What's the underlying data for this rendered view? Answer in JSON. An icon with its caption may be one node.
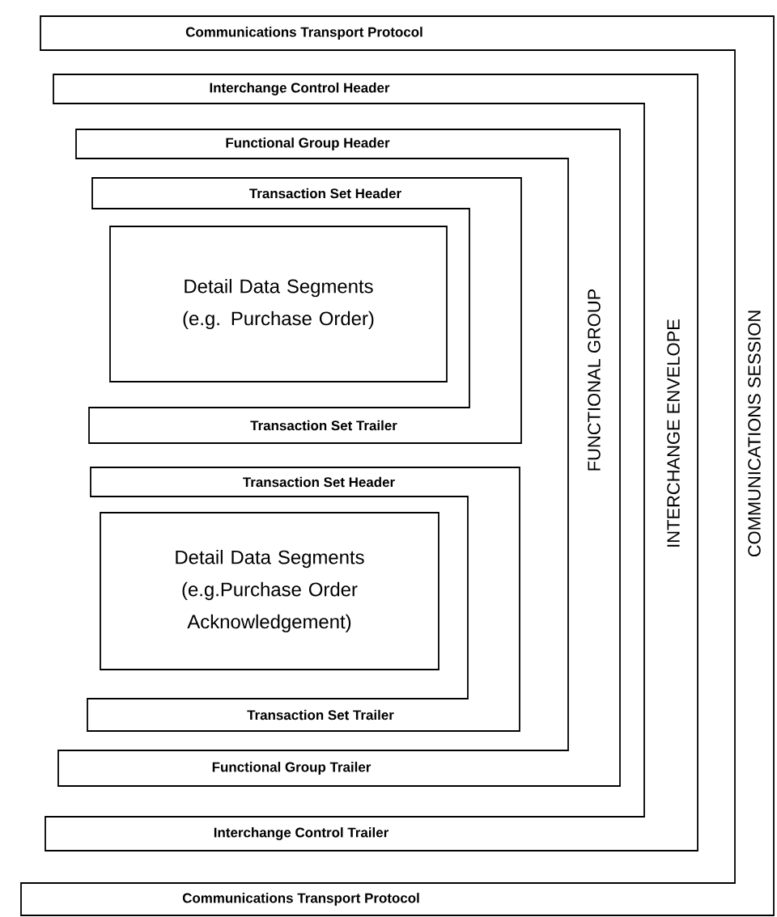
{
  "diagram": {
    "nodes": [
      {
        "text": [
          "Communications Transport Protocol",
          "COMMUNICATIONS SESSION",
          "Communications Transport Protocol"
        ]
      },
      {
        "text": [
          "Interchange Control Header",
          "INTERCHANGE ENVELOPE",
          "Interchange Control Trailer"
        ],
        "in": 0
      },
      {
        "text": [
          "Functional Group Header",
          "FUNCTIONAL GROUP",
          "Functional Group Trailer"
        ],
        "in": 1
      },
      {
        "text": [
          "Transaction Set Header",
          "Transaction Set Trailer"
        ],
        "in": 2
      },
      {
        "text": [
          "Detail Data Segments (e.g. Purchase Order)"
        ],
        "in": 3
      },
      {
        "text": [
          "Transaction Set Header",
          "Transaction Set Trailer"
        ],
        "in": 2
      },
      {
        "text": [
          "Detail Data Segments (e.g.Purchase Order Acknowledgement)"
        ],
        "in": 5
      }
    ]
  }
}
